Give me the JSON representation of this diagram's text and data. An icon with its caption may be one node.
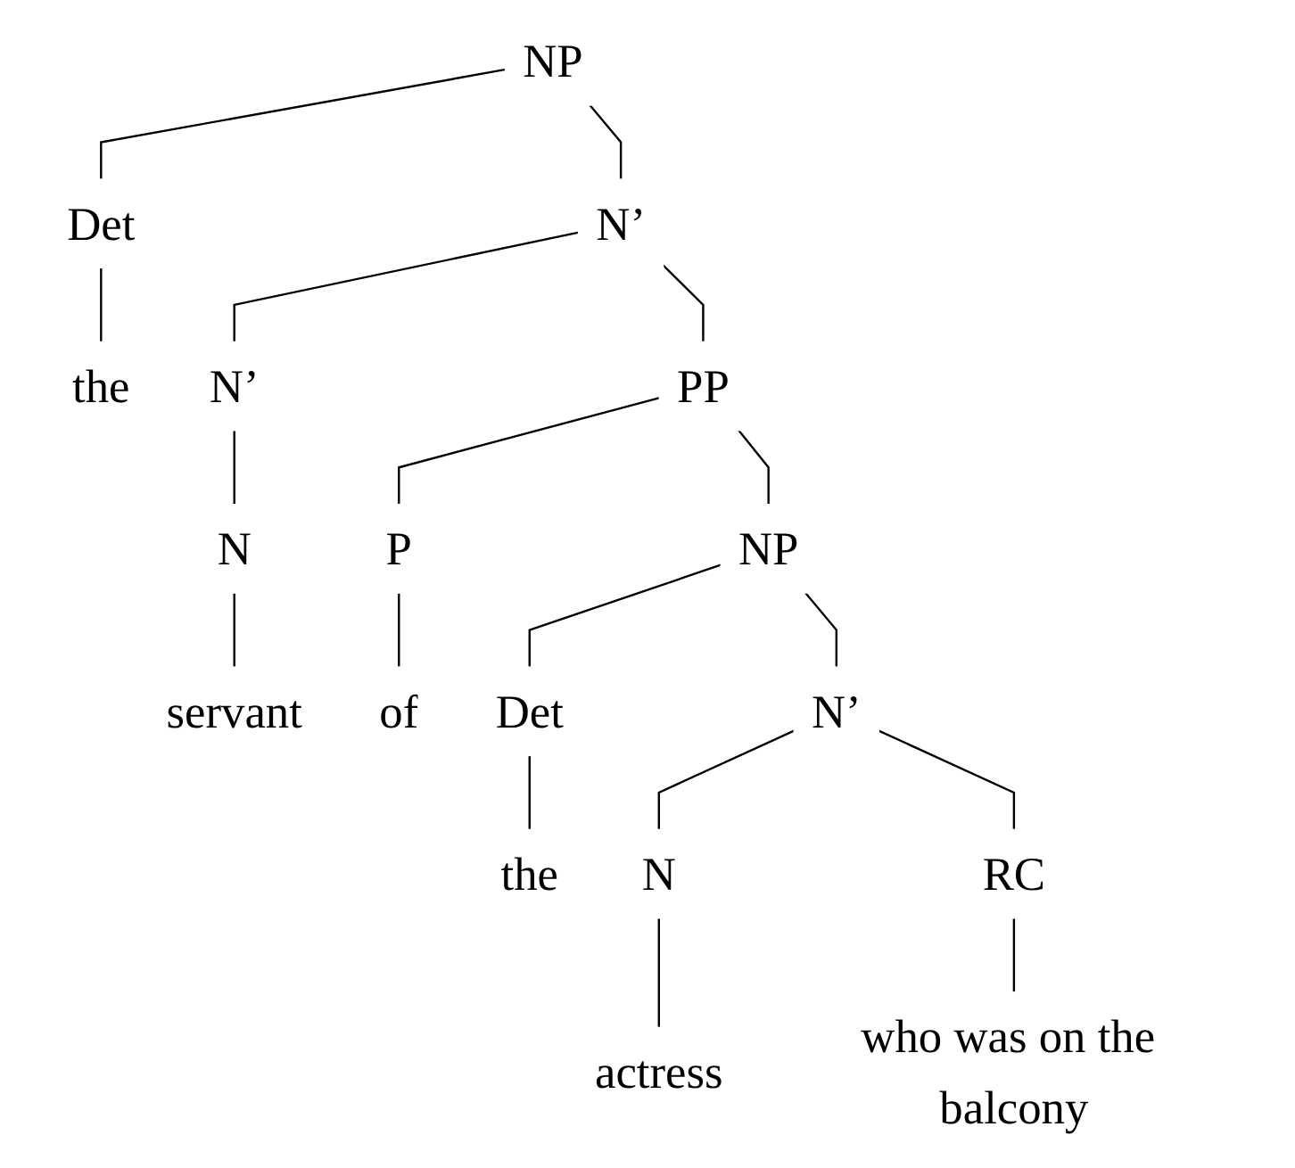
{
  "diagram": {
    "nodes": [
      {
        "text": [
          "NP"
        ]
      },
      {
        "text": [
          "Det"
        ]
      },
      {
        "text": [
          "N’"
        ]
      },
      {
        "text": [
          "the"
        ]
      },
      {
        "text": [
          "N’"
        ]
      },
      {
        "text": [
          "PP"
        ]
      },
      {
        "text": [
          "N"
        ]
      },
      {
        "text": [
          "P"
        ]
      },
      {
        "text": [
          "NP"
        ]
      },
      {
        "text": [
          "servant"
        ]
      },
      {
        "text": [
          "of"
        ]
      },
      {
        "text": [
          "Det"
        ]
      },
      {
        "text": [
          "N’"
        ]
      },
      {
        "text": [
          "the"
        ]
      },
      {
        "text": [
          "N"
        ]
      },
      {
        "text": [
          "RC"
        ]
      },
      {
        "text": [
          "actress"
        ]
      },
      {
        "text": [
          "who was on the balcony"
        ]
      }
    ],
    "edges": [
      {
        "from": 0,
        "to": 1,
        "arrow": "none"
      },
      {
        "from": 0,
        "to": 2,
        "arrow": "none"
      },
      {
        "from": 1,
        "to": 3,
        "arrow": "none"
      },
      {
        "from": 2,
        "to": 4,
        "arrow": "none"
      },
      {
        "from": 2,
        "to": 5,
        "arrow": "none"
      },
      {
        "from": 4,
        "to": 6,
        "arrow": "none"
      },
      {
        "from": 5,
        "to": 7,
        "arrow": "none"
      },
      {
        "from": 5,
        "to": 8,
        "arrow": "none"
      },
      {
        "from": 6,
        "to": 9,
        "arrow": "none"
      },
      {
        "from": 7,
        "to": 10,
        "arrow": "none"
      },
      {
        "from": 8,
        "to": 11,
        "arrow": "none"
      },
      {
        "from": 8,
        "to": 12,
        "arrow": "none"
      },
      {
        "from": 11,
        "to": 13,
        "arrow": "none"
      },
      {
        "from": 12,
        "to": 14,
        "arrow": "none"
      },
      {
        "from": 12,
        "to": 15,
        "arrow": "none"
      },
      {
        "from": 14,
        "to": 16,
        "arrow": "none"
      },
      {
        "from": 15,
        "to": 17,
        "arrow": "none"
      }
    ]
  }
}
